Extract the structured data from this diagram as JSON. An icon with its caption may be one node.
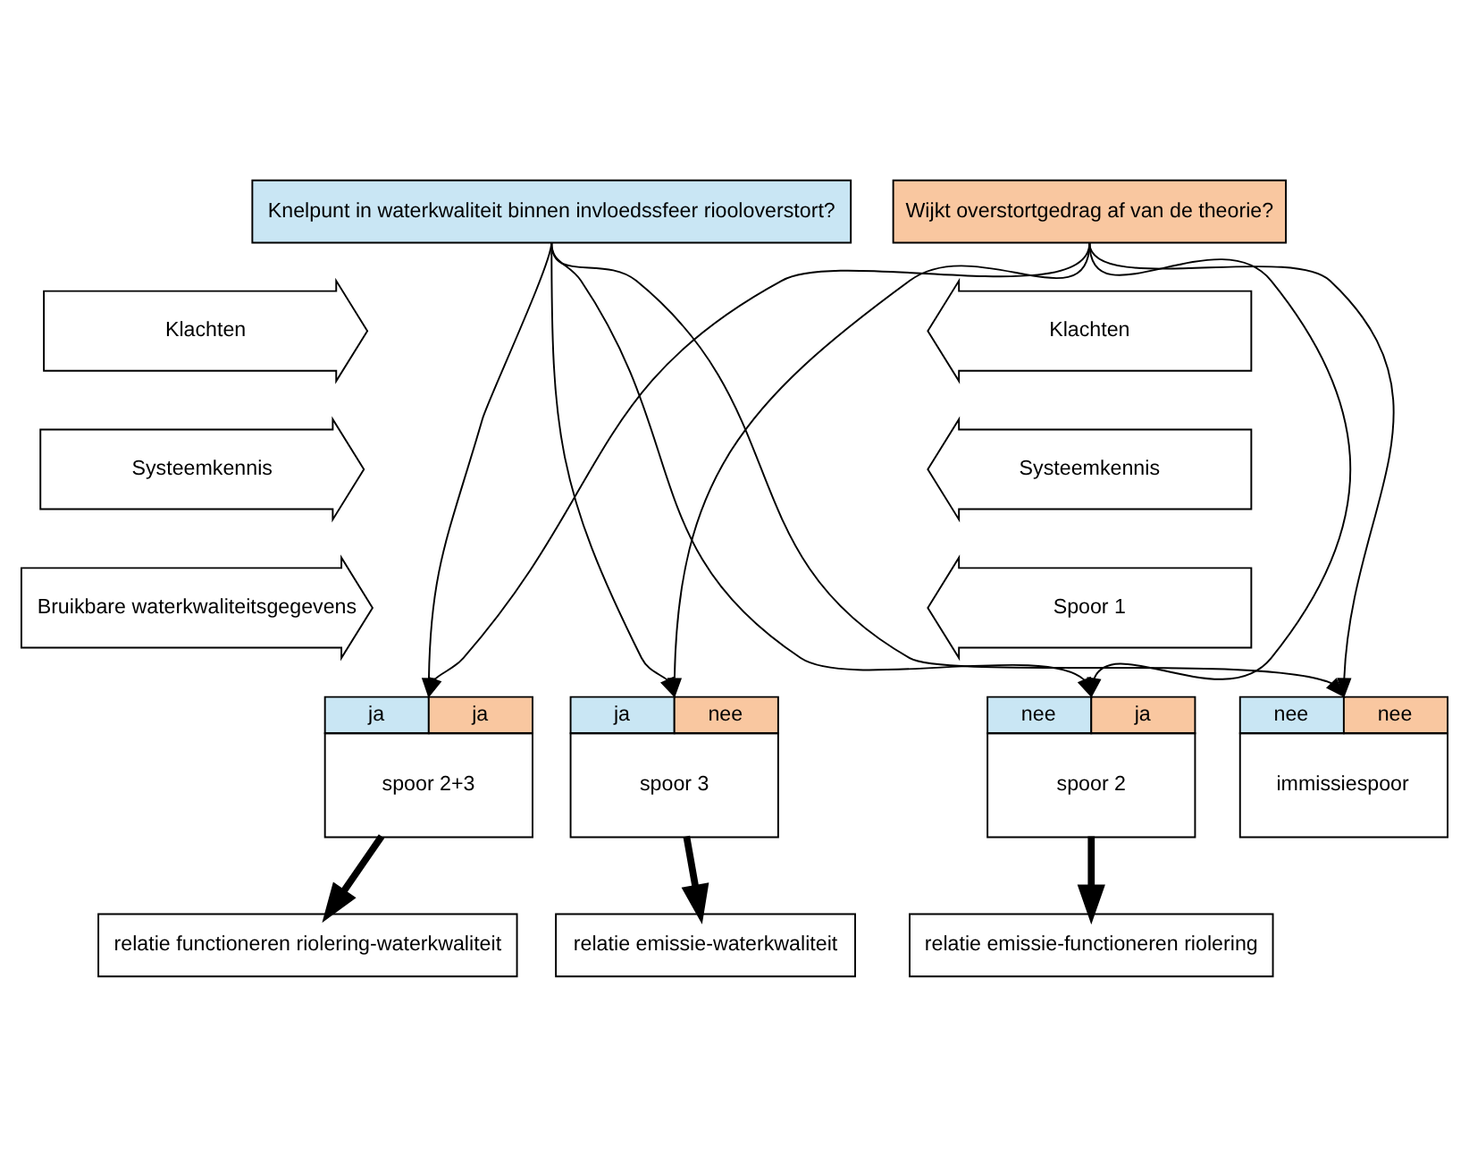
{
  "diagram": {
    "nodes": [
      {
        "text": [
          "Knelpunt in waterkwaliteit binnen invloedssfeer riooloverstort?"
        ]
      },
      {
        "text": [
          "Wijkt overstortgedrag af van de theorie?"
        ]
      },
      {
        "text": [
          "Klachten"
        ]
      },
      {
        "text": [
          "Systeemkennis"
        ]
      },
      {
        "text": [
          "Bruikbare waterkwaliteitsgegevens"
        ]
      },
      {
        "text": [
          "Klachten"
        ]
      },
      {
        "text": [
          "Systeemkennis"
        ]
      },
      {
        "text": [
          "Spoor 1"
        ]
      },
      {
        "text": [
          "nee",
          "nee",
          "immissiespoor"
        ]
      },
      {
        "text": [
          "nee",
          "ja",
          "spoor 2"
        ]
      },
      {
        "text": [
          "ja",
          "nee",
          "spoor 3"
        ]
      },
      {
        "text": [
          "ja",
          "ja",
          "spoor 2+3"
        ]
      },
      {
        "text": [
          "relatie emissie-functioneren riolering"
        ]
      },
      {
        "text": [
          "relatie emissie-waterkwaliteit"
        ]
      },
      {
        "text": [
          "relatie functioneren riolering-waterkwaliteit"
        ]
      }
    ],
    "edges": [
      {
        "from": 0,
        "to": 8,
        "arrow": "to"
      },
      {
        "from": 0,
        "to": 9,
        "arrow": "to"
      },
      {
        "from": 0,
        "to": 10,
        "arrow": "to"
      },
      {
        "from": 0,
        "to": 11,
        "arrow": "to"
      },
      {
        "from": 1,
        "to": 8,
        "arrow": "to"
      },
      {
        "from": 1,
        "to": 9,
        "arrow": "to"
      },
      {
        "from": 1,
        "to": 10,
        "arrow": "to"
      },
      {
        "from": 1,
        "to": 11,
        "arrow": "to"
      },
      {
        "from": 9,
        "to": 12,
        "arrow": "to",
        "style": "thick"
      },
      {
        "from": 10,
        "to": 13,
        "arrow": "to",
        "style": "thick"
      },
      {
        "from": 11,
        "to": 14,
        "arrow": "to",
        "style": "thick"
      }
    ]
  }
}
